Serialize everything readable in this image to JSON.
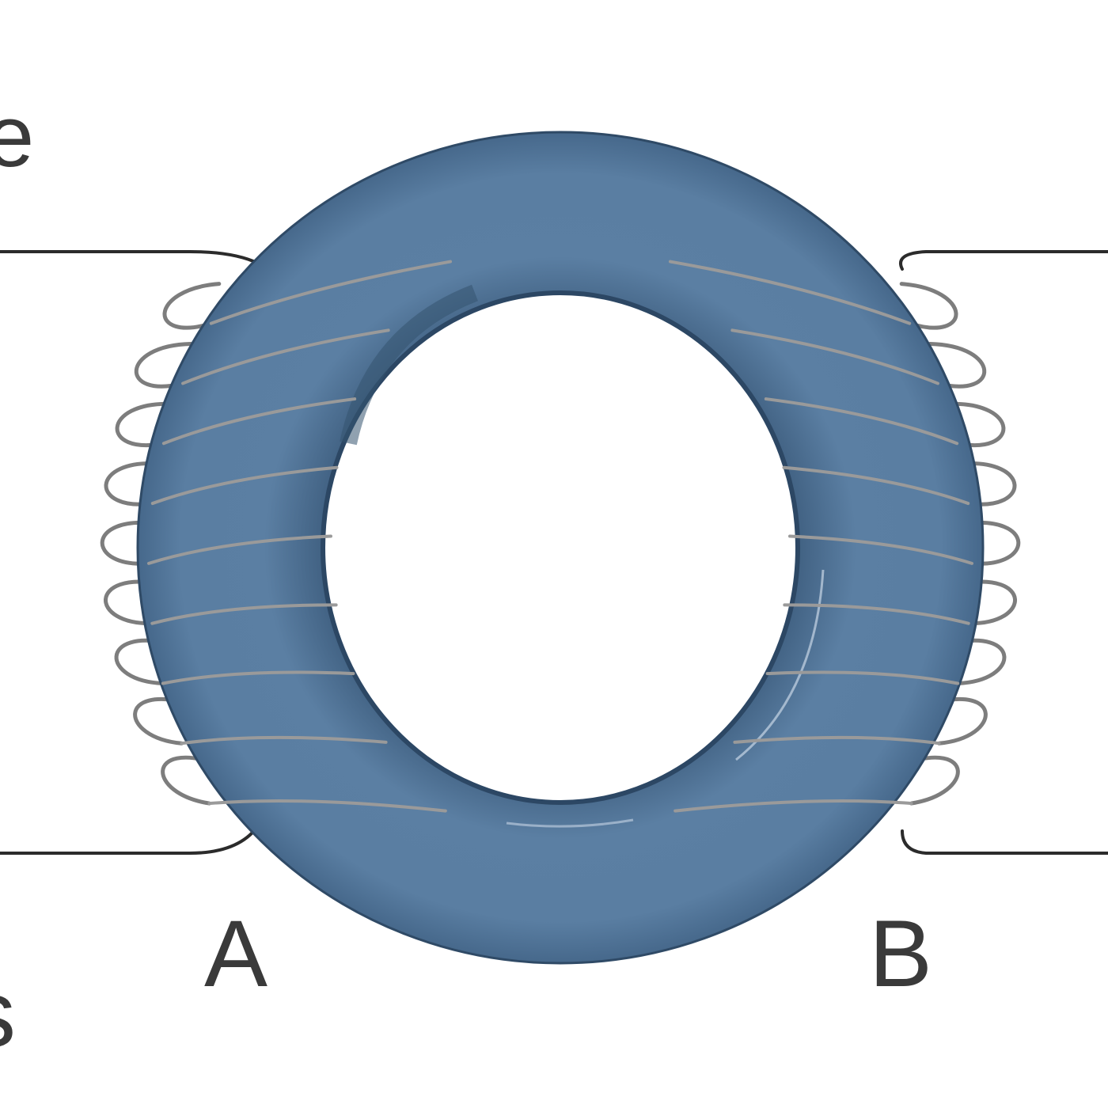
{
  "figure": {
    "labels": {
      "left_terminal": "A",
      "right_terminal": "B",
      "clipped_top_left": "e",
      "clipped_bottom_left": "s"
    },
    "colors": {
      "core": "#5b7fa3",
      "core_dark": "#3f5f80",
      "core_edge": "#2f4a66",
      "coil_wire": "#9a9a9a",
      "lead_wire": "#2b2b2b",
      "label_text": "#3a3a3a"
    },
    "windings": {
      "left_coil_turns": 9,
      "right_coil_turns": 9
    }
  }
}
